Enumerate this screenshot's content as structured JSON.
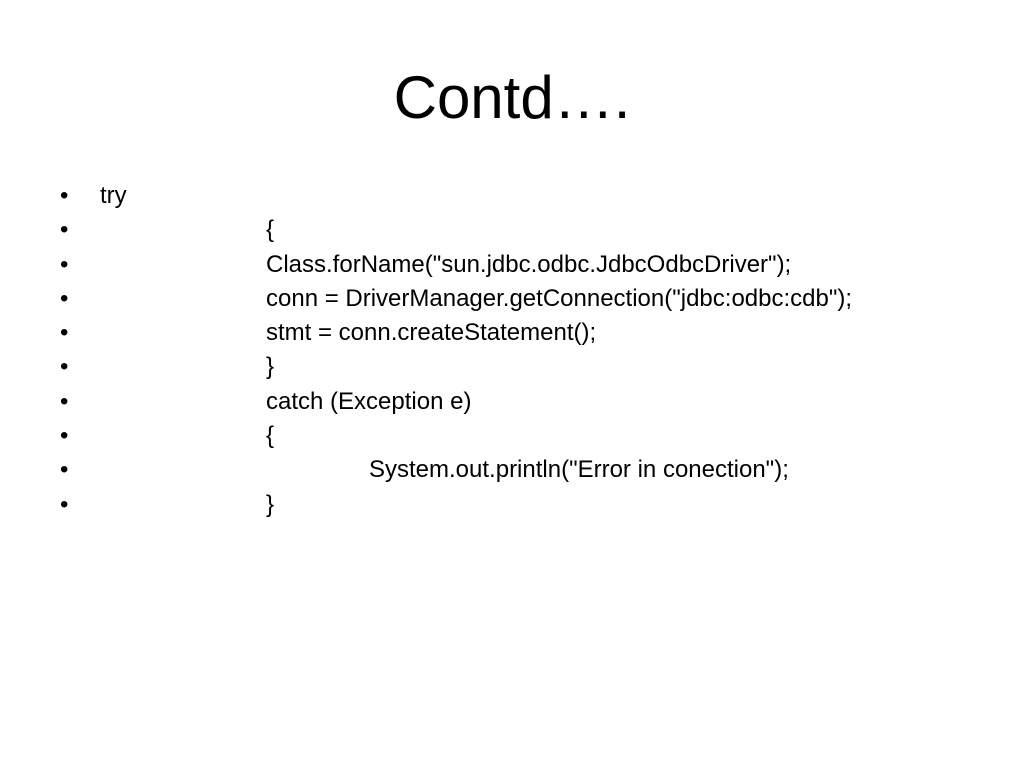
{
  "slide": {
    "title": "Contd….",
    "bullet_symbol": "•",
    "lines": [
      {
        "text": "try",
        "indent": 0
      },
      {
        "text": "{",
        "indent": 1
      },
      {
        "text": "Class.forName(\"sun.jdbc.odbc.JdbcOdbcDriver\");",
        "indent": 1
      },
      {
        "text": "conn = DriverManager.getConnection(\"jdbc:odbc:cdb\");",
        "indent": 1
      },
      {
        "text": "stmt = conn.createStatement();",
        "indent": 1
      },
      {
        "text": "}",
        "indent": 1
      },
      {
        "text": "catch (Exception e)",
        "indent": 1
      },
      {
        "text": "{",
        "indent": 1
      },
      {
        "text": "System.out.println(\"Error in conection\");",
        "indent": 2
      },
      {
        "text": "}",
        "indent": 1
      }
    ]
  }
}
